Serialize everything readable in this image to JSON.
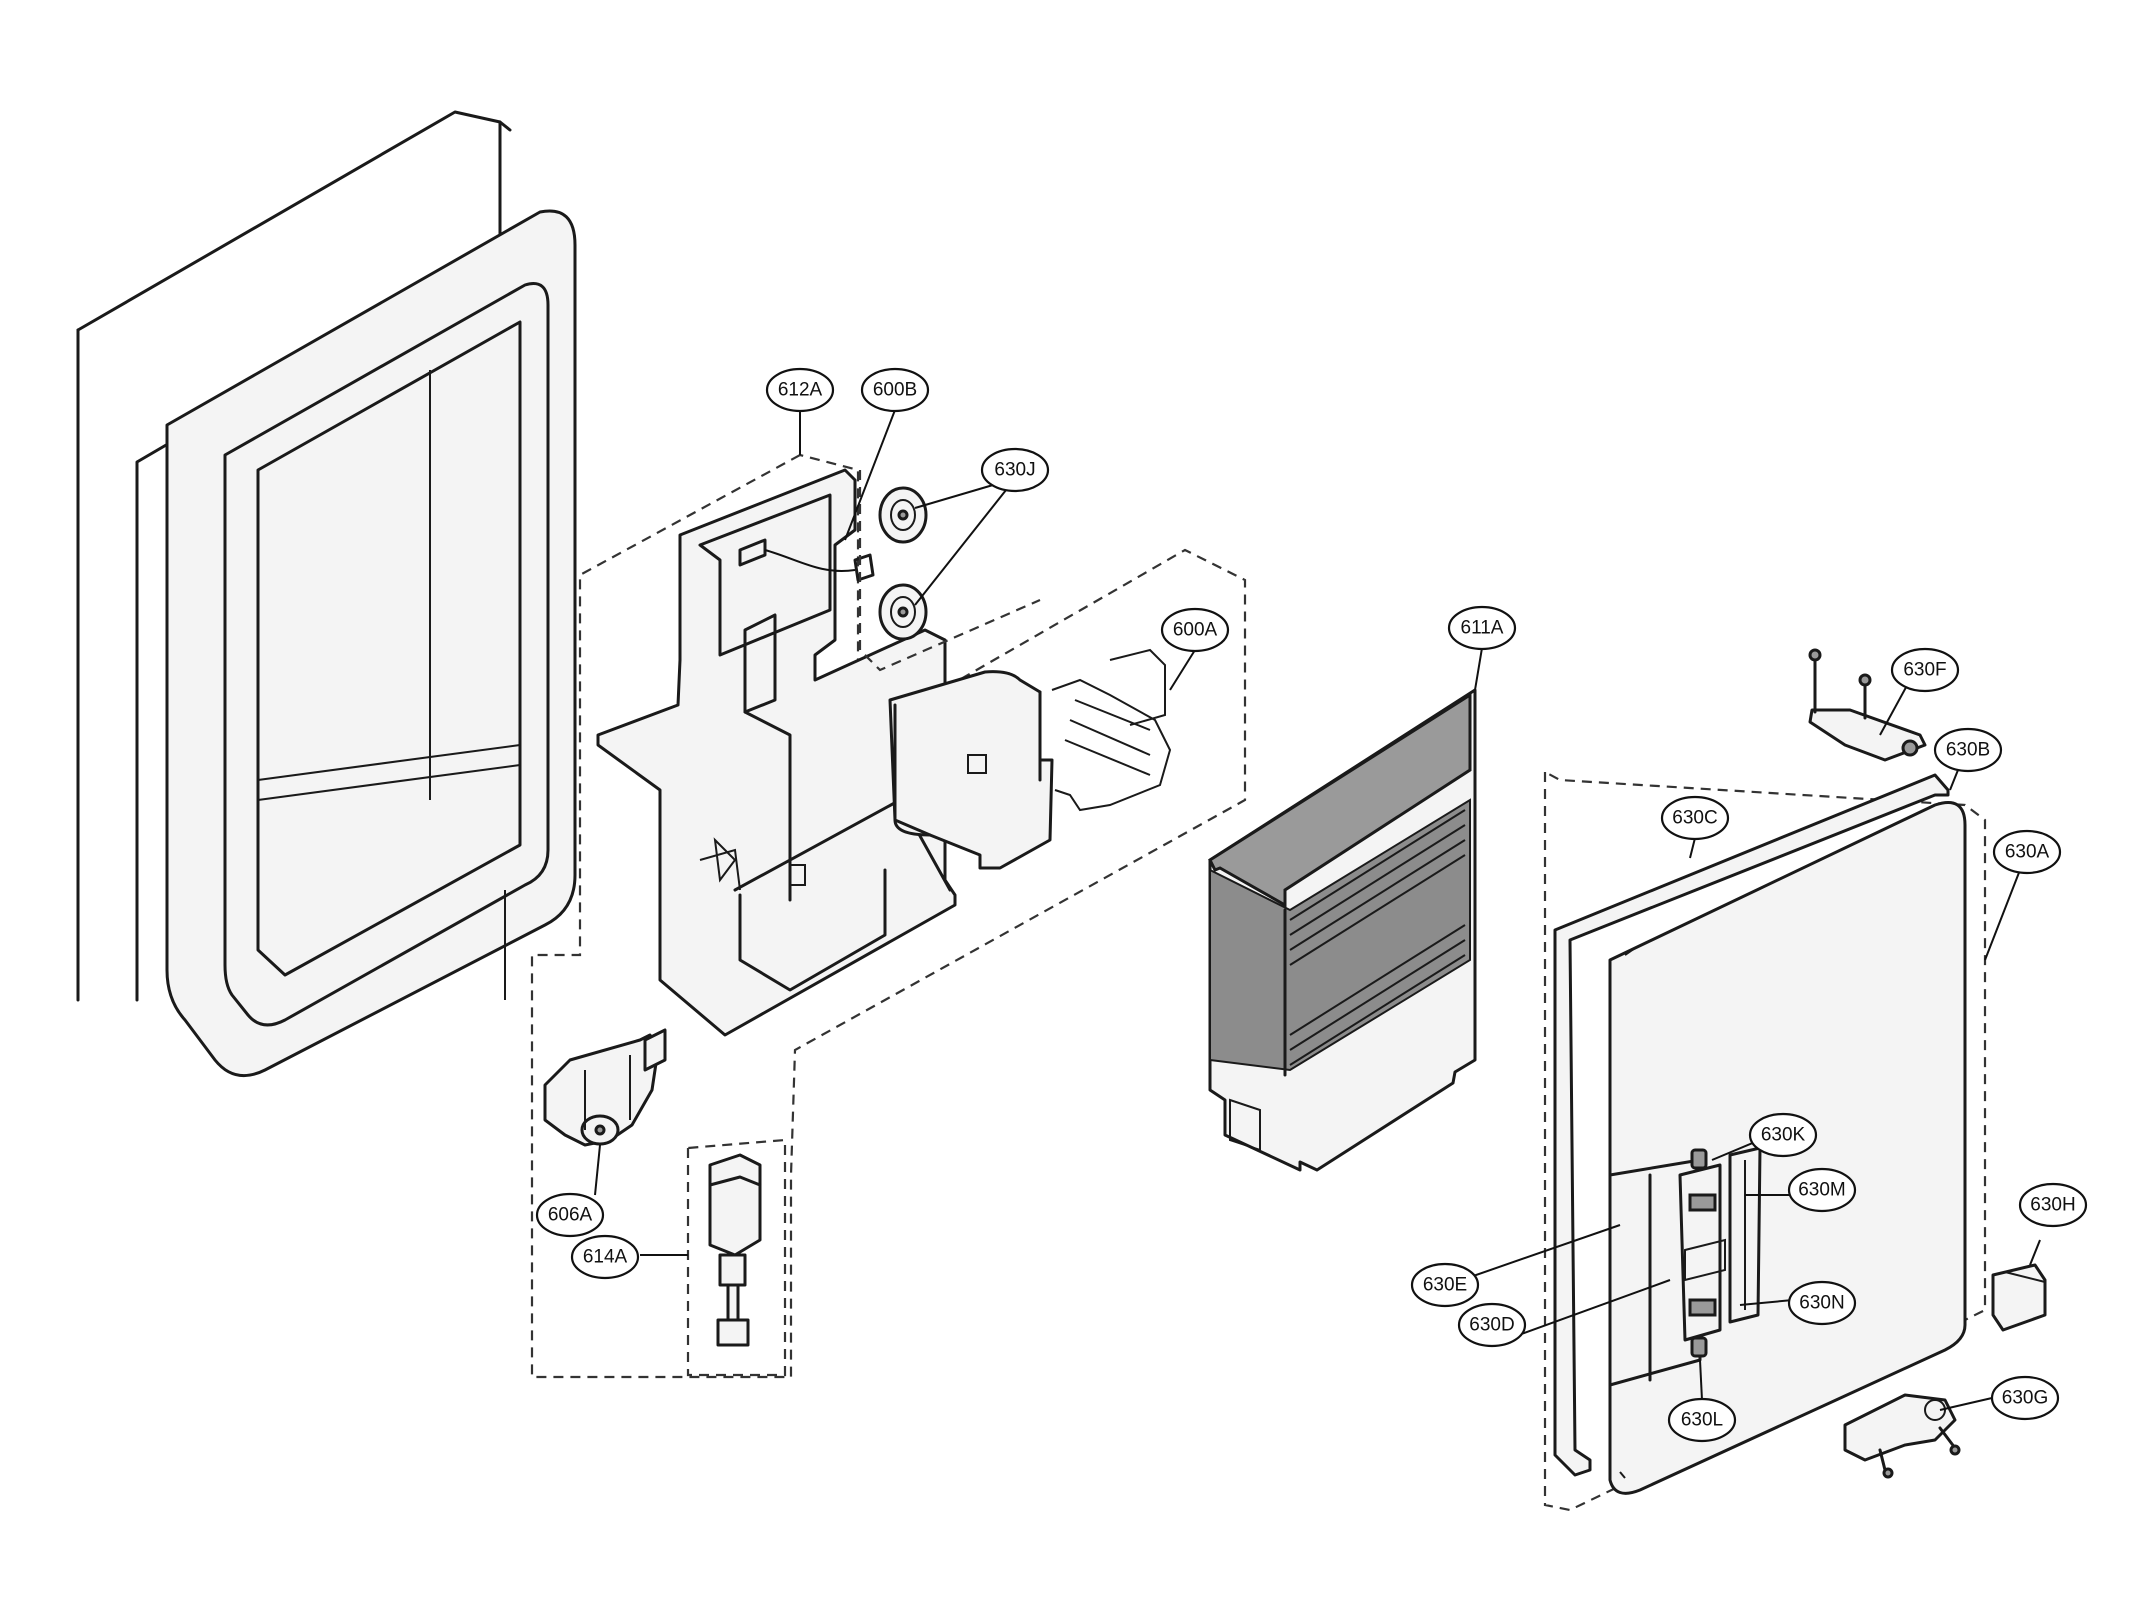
{
  "callouts": [
    {
      "id": "612A",
      "label": "612A"
    },
    {
      "id": "600B",
      "label": "600B"
    },
    {
      "id": "630J",
      "label": "630J"
    },
    {
      "id": "600A",
      "label": "600A"
    },
    {
      "id": "611A",
      "label": "611A"
    },
    {
      "id": "630F",
      "label": "630F"
    },
    {
      "id": "630B",
      "label": "630B"
    },
    {
      "id": "630C",
      "label": "630C"
    },
    {
      "id": "630A",
      "label": "630A"
    },
    {
      "id": "630K",
      "label": "630K"
    },
    {
      "id": "630M",
      "label": "630M"
    },
    {
      "id": "630H",
      "label": "630H"
    },
    {
      "id": "630E",
      "label": "630E"
    },
    {
      "id": "630N",
      "label": "630N"
    },
    {
      "id": "630D",
      "label": "630D"
    },
    {
      "id": "630G",
      "label": "630G"
    },
    {
      "id": "630L",
      "label": "630L"
    },
    {
      "id": "606A",
      "label": "606A"
    },
    {
      "id": "614A",
      "label": "614A"
    }
  ]
}
